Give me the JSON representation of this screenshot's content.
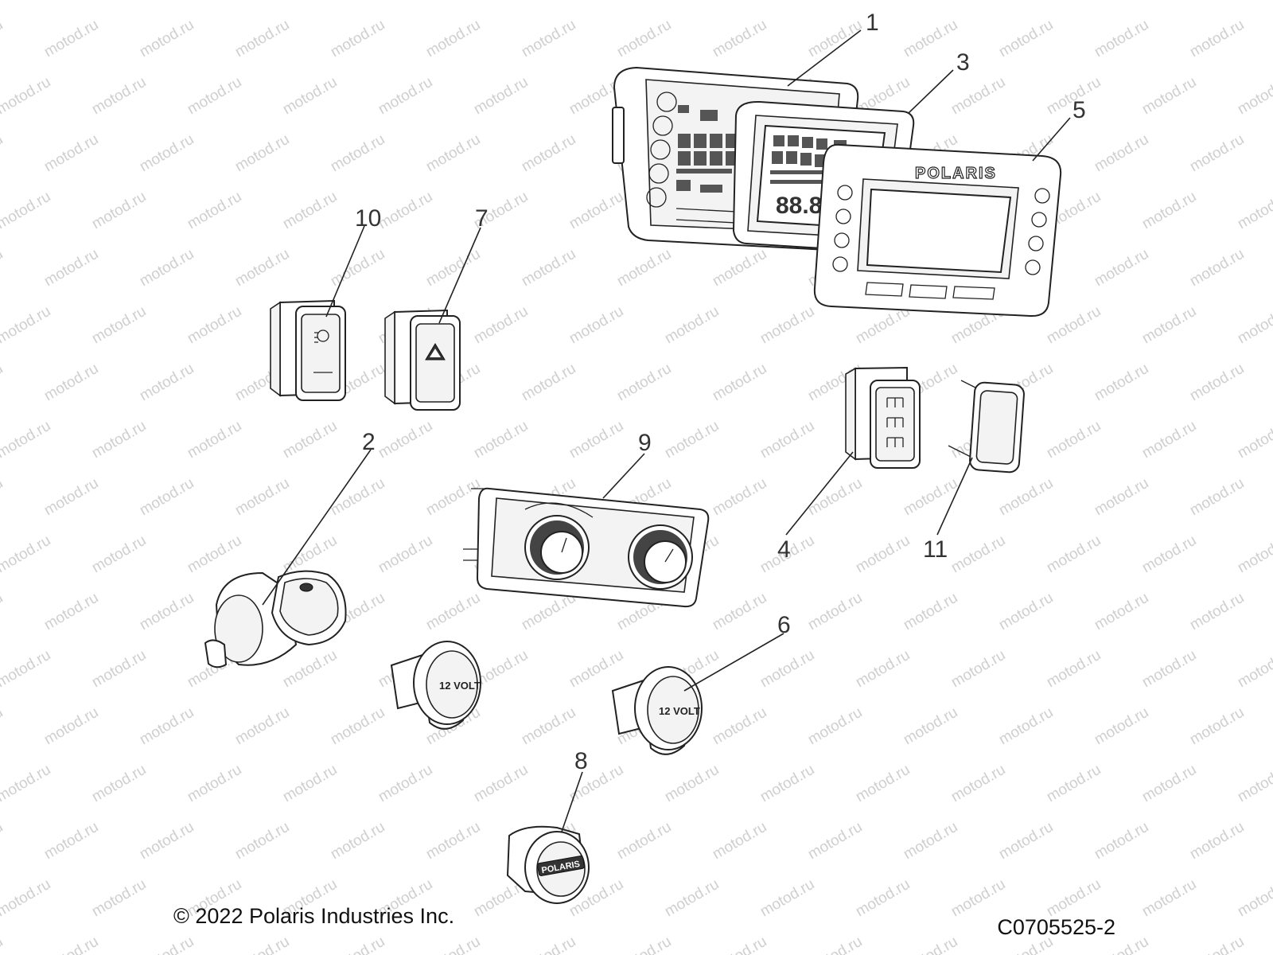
{
  "watermark": "motod.ru",
  "callouts": [
    {
      "id": "1",
      "label": "1"
    },
    {
      "id": "2",
      "label": "2"
    },
    {
      "id": "3",
      "label": "3"
    },
    {
      "id": "4",
      "label": "4"
    },
    {
      "id": "5",
      "label": "5"
    },
    {
      "id": "6",
      "label": "6"
    },
    {
      "id": "7",
      "label": "7"
    },
    {
      "id": "8",
      "label": "8"
    },
    {
      "id": "9",
      "label": "9"
    },
    {
      "id": "10",
      "label": "10"
    },
    {
      "id": "11",
      "label": "11"
    }
  ],
  "part_text": {
    "bezel_brand": "POLARIS",
    "outlet_a": "12 VOLT",
    "outlet_b": "12 VOLT",
    "charger_brand": "POLARIS",
    "display_digits": "88.8"
  },
  "footer": {
    "copyright": "© 2022 Polaris Industries Inc.",
    "figure_code": "C0705525-2"
  }
}
